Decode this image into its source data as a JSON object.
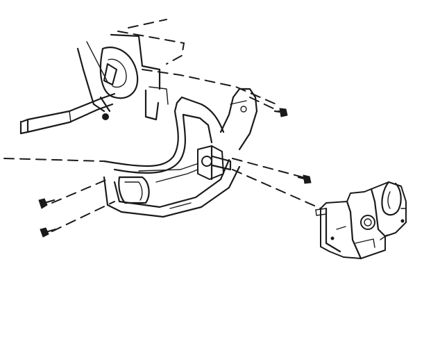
{
  "diagram": {
    "colors": {
      "ink": "#1a1a1a",
      "background": "#ffffff"
    },
    "parts": [
      "vehicle-frame-rail",
      "lower-control-arm",
      "control-arm-bushing",
      "control-arm-bracket",
      "steering-link",
      "mounting-bolt"
    ],
    "bolt_count": 4
  }
}
